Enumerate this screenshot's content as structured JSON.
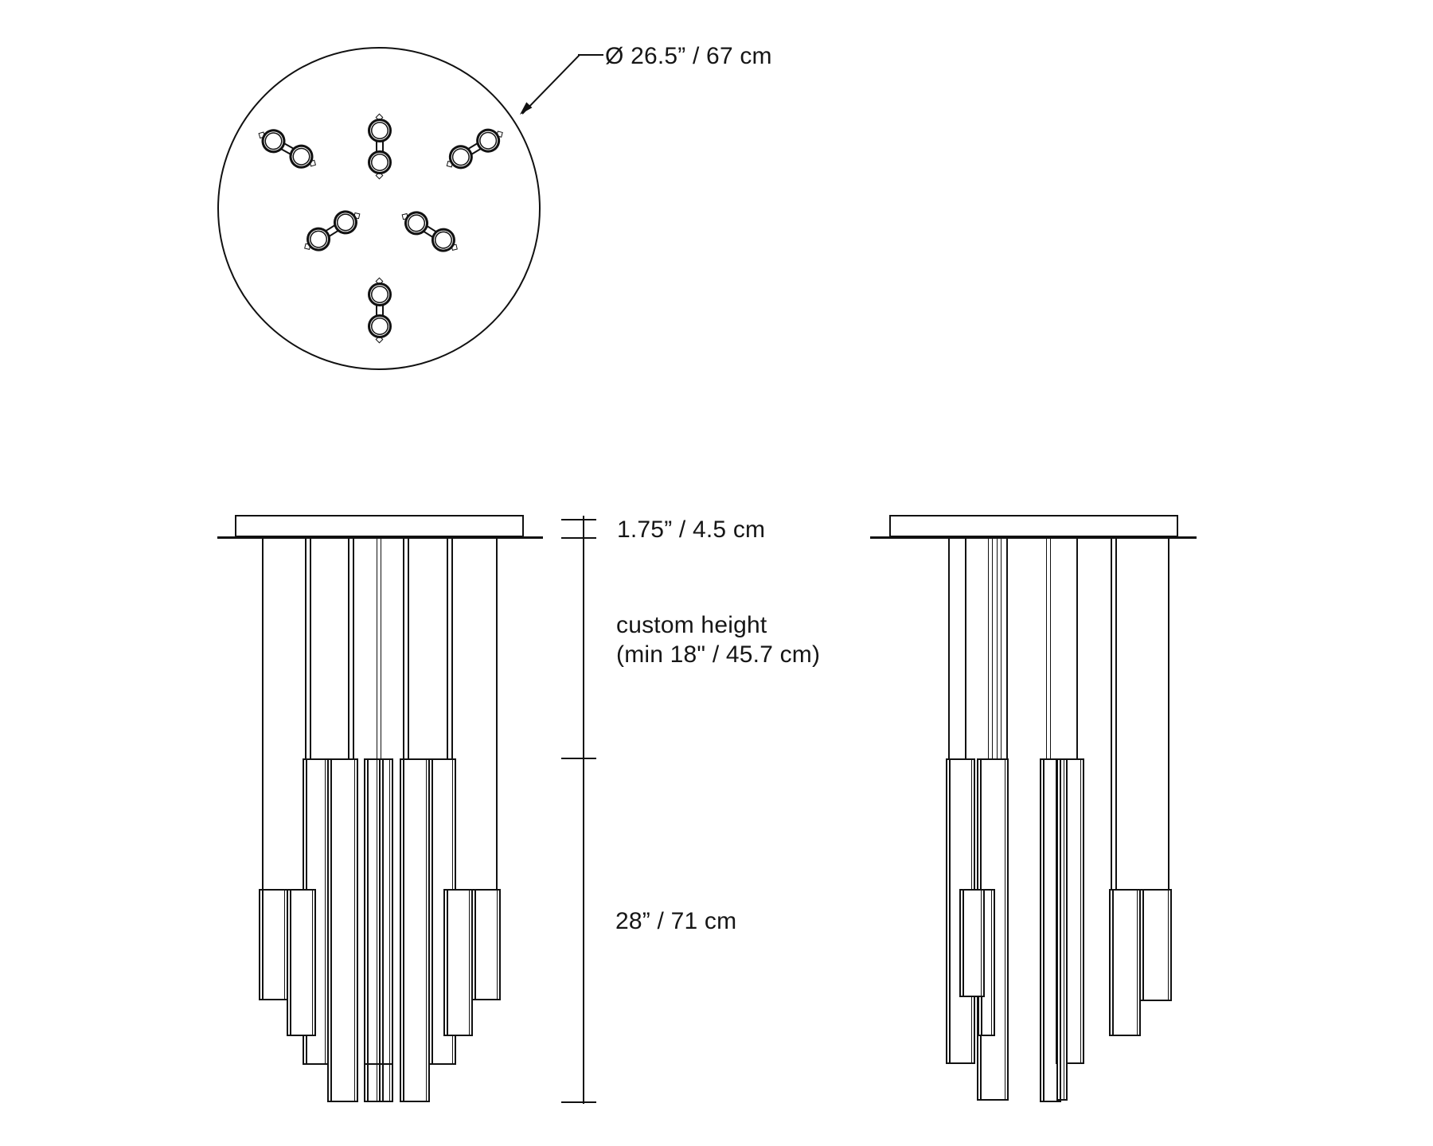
{
  "labels": {
    "plan_diameter": "Ø 26.5” / 67 cm",
    "canopy_height": "1.75” / 4.5 cm",
    "custom_height_line1": "custom height",
    "custom_height_line2": "(min 18\" / 45.7 cm)",
    "pendant_length": "28” / 71 cm"
  },
  "values": {
    "canopy_diameter_in": 26.5,
    "canopy_diameter_cm": 67,
    "canopy_height_in": 1.75,
    "canopy_height_cm": 4.5,
    "min_custom_height_in": 18,
    "min_custom_height_cm": 45.7,
    "pendant_length_in": 28,
    "pendant_length_cm": 71,
    "pendant_pairs_in_plan": 6
  },
  "colors": {
    "line": "#111111",
    "background": "#ffffff"
  }
}
